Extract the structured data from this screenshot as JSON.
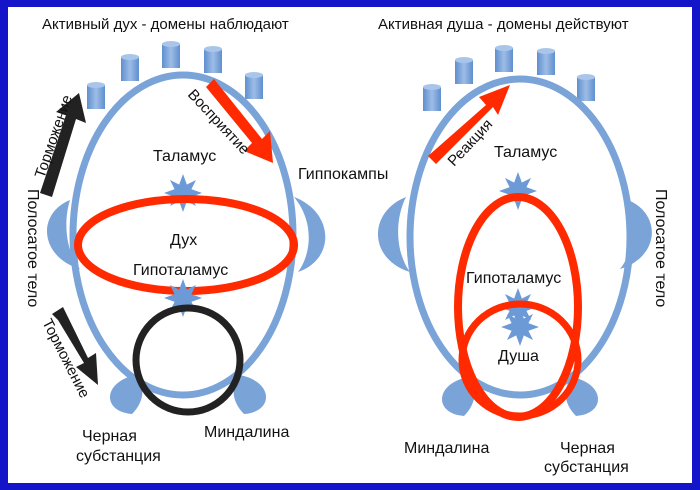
{
  "left_panel": {
    "title": "Активный дух - домены наблюдают",
    "thalamus": "Таламус",
    "spirit": "Дух",
    "hypothalamus": "Гипоталамус",
    "hippocampi": "Гиппокампы",
    "striatum": "Полосатое тело",
    "inhibition_top": "Торможение",
    "inhibition_bottom": "Торможение",
    "perception": "Восприятие",
    "substantia_line1": "Черная",
    "substantia_line2": "субстанция",
    "amygdala": "Миндалина"
  },
  "right_panel": {
    "title": "Активная душа - домены действуют",
    "reaction": "Реакция",
    "thalamus": "Таламус",
    "hypothalamus": "Гипоталамус",
    "soul": "Душа",
    "striatum": "Полосатое тело",
    "amygdala": "Миндалина",
    "substantia_line1": "Черная",
    "substantia_line2": "субстанция"
  },
  "colors": {
    "brain_blue": "#7aa3d8",
    "highlight_red": "#ff2a00",
    "dark_ring": "#222222",
    "frame": "#1414c8"
  }
}
